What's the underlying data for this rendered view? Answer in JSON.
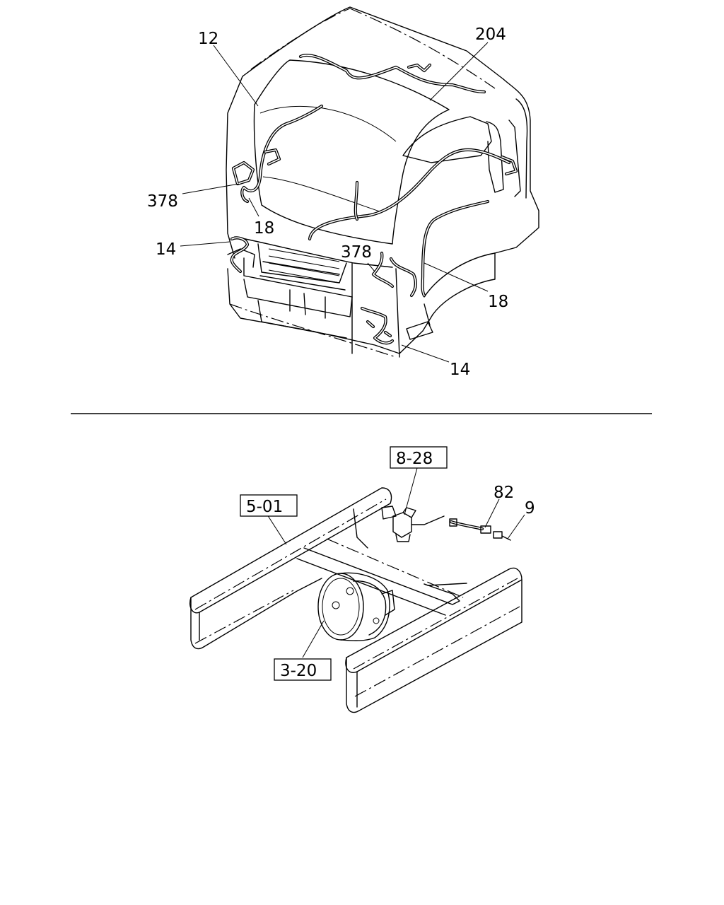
{
  "cab_diagram": {
    "callouts": {
      "c12": "12",
      "c204": "204",
      "c378_left": "378",
      "c18_left": "18",
      "c14_left": "14",
      "c378_right": "378",
      "c18_right": "18",
      "c14_right": "14"
    }
  },
  "chassis_diagram": {
    "refs": {
      "r828": "8-28",
      "r501": "5-01",
      "r320": "3-20"
    },
    "callouts": {
      "c82": "82",
      "c9": "9"
    }
  }
}
